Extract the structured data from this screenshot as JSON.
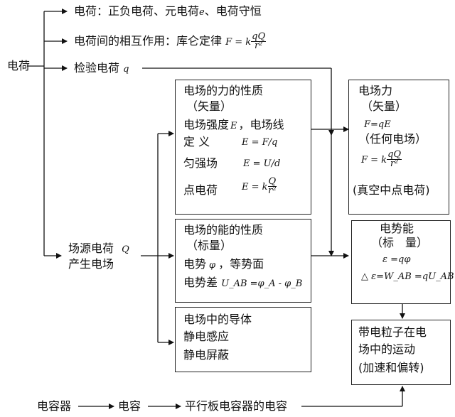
{
  "root": "电荷",
  "branches": {
    "b1_prefix": "电荷：正负电荷、元电荷",
    "b1_sym": "e",
    "b1_suffix": "、电荷守恒",
    "b2_prefix": "电荷间的相互作用：库仑定律",
    "b2_lhs": "F = k",
    "b2_num": "qQ",
    "b2_den": "r²",
    "b3_prefix": "检验电荷",
    "b3_sym": "q",
    "b4_line1": "场源电荷",
    "b4_sym": "Q",
    "b4_line2": "产生电场"
  },
  "force_box": {
    "title": "电场的力的性质",
    "subtitle": "（矢量）",
    "row1_prefix": "电场强度",
    "row1_sym": "E",
    "row1_suffix": "，电场线",
    "def_label": "定 义",
    "def_formula": "E = F/q",
    "uniform_label": "匀强场",
    "uniform_formula": "E = U/d",
    "point_label": "点电荷",
    "point_lhs": "E = k",
    "point_num": "Q",
    "point_den": "r²"
  },
  "force_right": {
    "title": "电场力",
    "subtitle": "（矢量）",
    "f1": "F=qE",
    "f1_note": "（任何电场）",
    "f2_lhs": "F = k",
    "f2_num": "qQ",
    "f2_den": "r²",
    "f2_note": "(真空中点电荷)"
  },
  "energy_box": {
    "title": "电场的能的性质",
    "subtitle": "（标量）",
    "row1_prefix": "电势",
    "row1_sym": "φ",
    "row1_suffix": "，等势面",
    "row2_prefix": "电势差",
    "row2_formula": "U_AB =φ_A - φ_B"
  },
  "energy_right": {
    "title": "电势能",
    "subtitle": "（标　量）",
    "f1": "ε =qφ",
    "f2": "△ ε=W_AB =qU_AB"
  },
  "conductor_box": {
    "title": "电场中的导体",
    "item1": "静电感应",
    "item2": "静电屏蔽"
  },
  "motion_box": {
    "line1": "带电粒子在电",
    "line2": "场中的运动",
    "line3": "(加速和偏转)"
  },
  "bottom": {
    "n1": "电容器",
    "n2": "电容",
    "n3": "平行板电容器的电容"
  }
}
